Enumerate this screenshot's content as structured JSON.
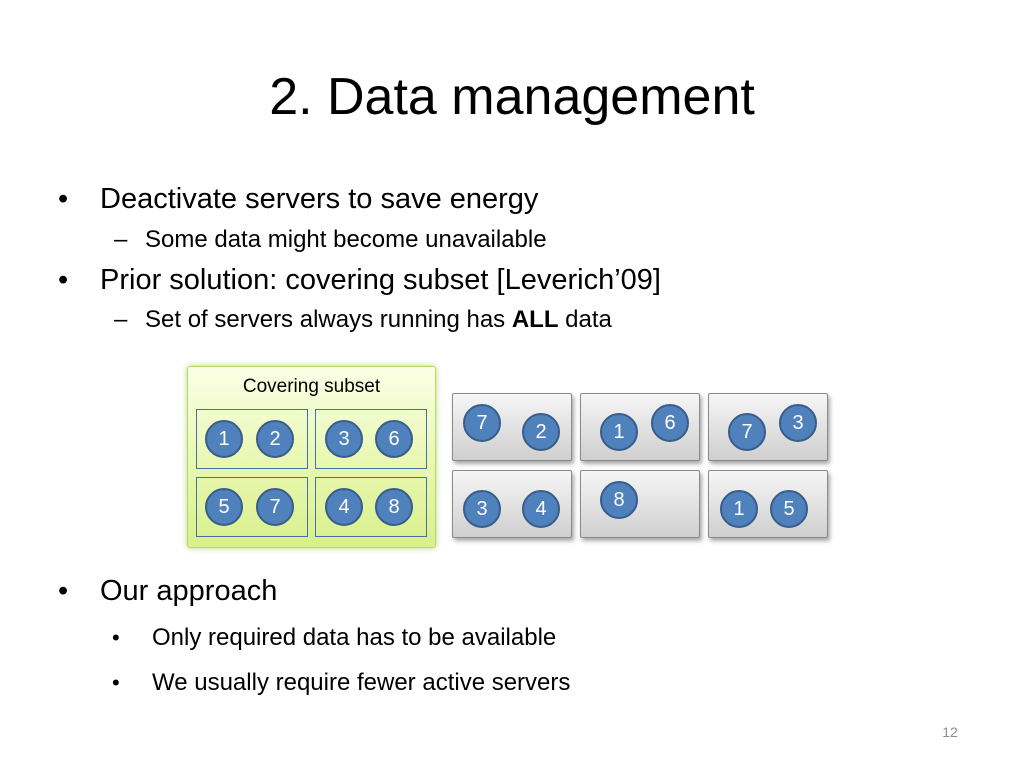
{
  "title": "2. Data management",
  "bullets": [
    {
      "text": "Deactivate servers to save energy",
      "sub": "Some data might become unavailable"
    },
    {
      "text": "Prior solution: covering subset [Leverich’09]",
      "sub_pre": "Set of servers always running has ",
      "sub_bold": "ALL",
      "sub_post": " data"
    }
  ],
  "bullet_char": "•",
  "dash_char": "–",
  "approach": {
    "text": "Our approach",
    "items": [
      "Only required data has to be available",
      "We usually require fewer active servers"
    ]
  },
  "diagram": {
    "covering_label": "Covering subset",
    "covering_servers": [
      [
        "1",
        "2"
      ],
      [
        "3",
        "6"
      ],
      [
        "5",
        "7"
      ],
      [
        "4",
        "8"
      ]
    ],
    "other_servers": [
      [
        "7",
        "2"
      ],
      [
        "1",
        "6"
      ],
      [
        "7",
        "3"
      ],
      [
        "3",
        "4"
      ],
      [
        "8"
      ],
      [
        "1",
        "5"
      ]
    ]
  },
  "page_number": "12",
  "colors": {
    "chunk_fill": "#4f81bd",
    "chunk_border": "#385d8a",
    "covering_fill": "#e8f7b0"
  }
}
